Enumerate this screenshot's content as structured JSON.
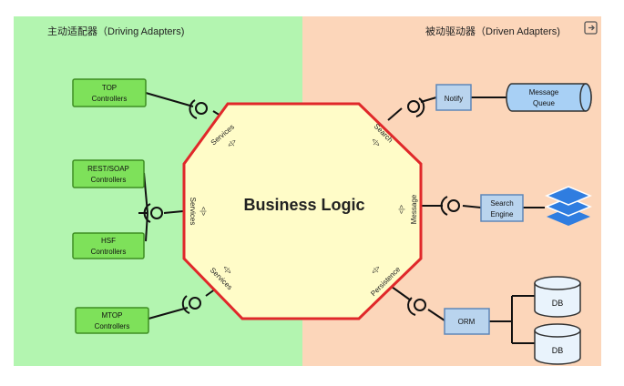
{
  "left_panel": {
    "title": "主动适配器（Driving Adapters)",
    "bg": "#b3f5b0"
  },
  "right_panel": {
    "title": "被动驱动器（Driven Adapters)",
    "bg": "#fcd6ba"
  },
  "center": {
    "label": "Business Logic",
    "fill": "#fffcc8",
    "stroke": "#e0282a"
  },
  "driving": {
    "top": {
      "line1": "TOP",
      "line2": "Controllers"
    },
    "rest": {
      "line1": "REST/SOAP",
      "line2": "Controllers"
    },
    "hsf": {
      "line1": "HSF",
      "line2": "Controllers"
    },
    "mtop": {
      "line1": "MTOP",
      "line2": "Controllers"
    }
  },
  "driven": {
    "notify": "Notify",
    "queue": {
      "line1": "Message",
      "line2": "Queue"
    },
    "search_engine": {
      "line1": "Search",
      "line2": "Engine"
    },
    "orm": "ORM",
    "db1": "DB",
    "db2": "DB"
  },
  "ports": {
    "services_top": "Services",
    "services_mid": "Services",
    "services_bot": "Services",
    "search": "Search",
    "message": "Message",
    "persistence": "Persistence",
    "arrows": "<|>"
  },
  "colors": {
    "green_box": "#7ee15a",
    "green_border": "#3e8e22",
    "blue_box": "#b9d4ee",
    "blue_border": "#5f87b8",
    "cylinder": "#a8d0f5",
    "stack_blue": "#2f7de0"
  },
  "icons": {
    "expand": "expand-icon"
  }
}
